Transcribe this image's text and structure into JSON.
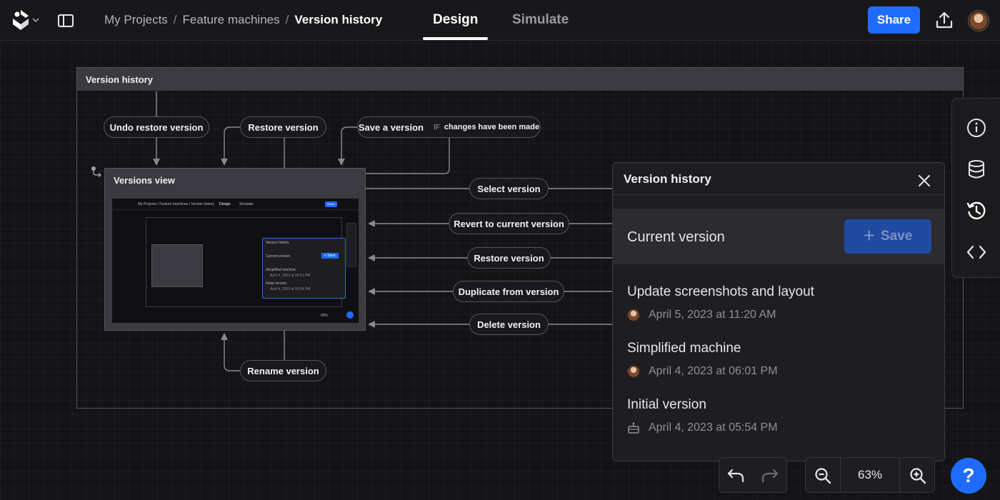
{
  "breadcrumb": {
    "project_root": "My Projects",
    "project": "Feature machines",
    "current": "Version history",
    "separator": "/"
  },
  "mode_tabs": {
    "design": "Design",
    "simulate": "Simulate",
    "active": "Design"
  },
  "toolbar": {
    "share_label": "Share"
  },
  "canvas": {
    "frame_title": "Version history",
    "state_node": {
      "title": "Versions view",
      "preview": {
        "breadcrumb": "My Projects  /  Feature machines  /  Version history",
        "design": "Design",
        "simulate": "Simulate",
        "share": "Share",
        "panel_title": "Version history",
        "current": "Current version",
        "save": "+ Save",
        "item1": "Simplified machine",
        "item1_date": "April 4, 2023 at 06:01 PM",
        "item2": "Initial version",
        "item2_date": "April 4, 2023 at 05:54 PM",
        "zoom": "90%"
      }
    },
    "events": {
      "undo_restore": "Undo restore version",
      "restore_top": "Restore version",
      "save_version": "Save a version",
      "save_guard_if": "IF",
      "save_guard": "changes have been made",
      "select": "Select version",
      "revert": "Revert to current version",
      "restore": "Restore version",
      "duplicate": "Duplicate from version",
      "delete": "Delete version",
      "rename": "Rename version"
    }
  },
  "right_rail": {
    "icons": [
      "info-icon",
      "database-icon",
      "history-icon",
      "code-icon"
    ]
  },
  "version_panel": {
    "title": "Version history",
    "current_label": "Current version",
    "save_label": "Save",
    "versions": [
      {
        "name": "Update screenshots and layout",
        "date": "April 5, 2023 at 11:20 AM",
        "author_icon": "avatar"
      },
      {
        "name": "Simplified machine",
        "date": "April 4, 2023 at 06:01 PM",
        "author_icon": "avatar"
      },
      {
        "name": "Initial version",
        "date": "April 4, 2023 at 05:54 PM",
        "author_icon": "robot-icon"
      }
    ]
  },
  "bottom_controls": {
    "zoom_level": "63%",
    "help_label": "?"
  },
  "colors": {
    "accent": "#1f6bff",
    "save_disabled": "#1f4aa0",
    "background": "#141416"
  }
}
